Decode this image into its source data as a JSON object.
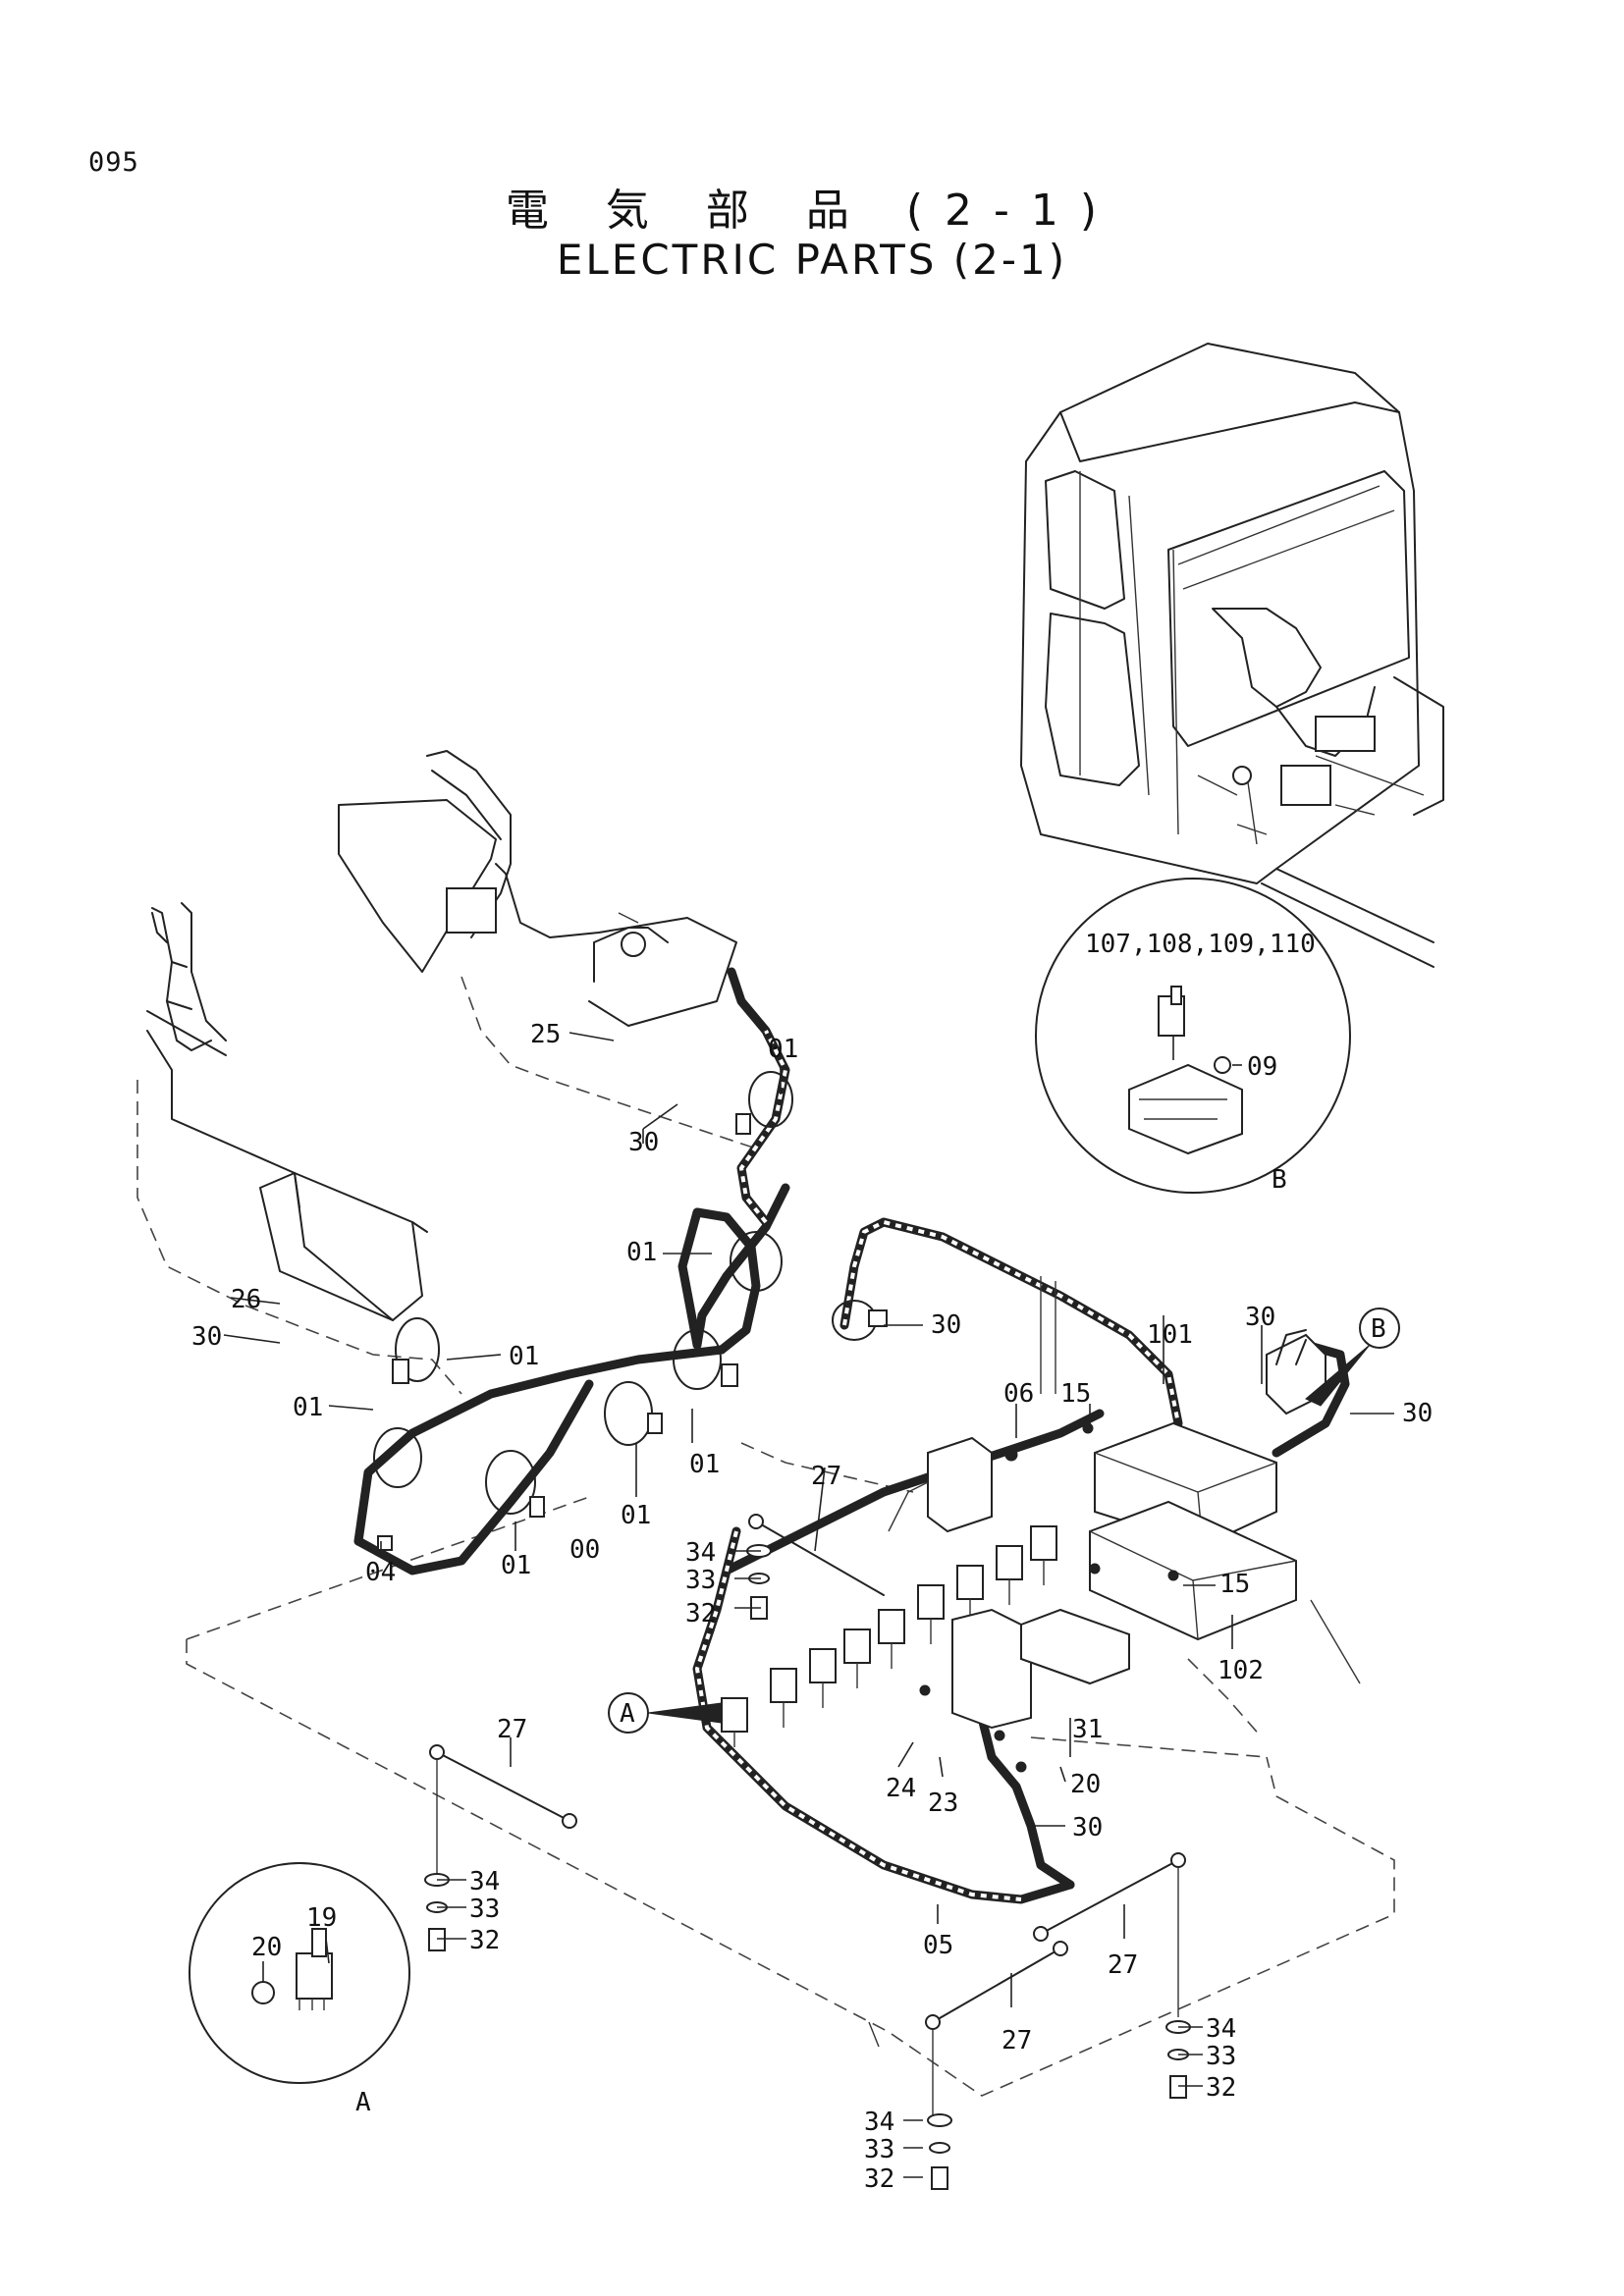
{
  "page": {
    "number": "095",
    "title_jp": "電 気 部 品 (2-1)",
    "title_en": "ELECTRIC PARTS (2-1)"
  },
  "callouts": {
    "c25": "25",
    "c01a": "01",
    "c30a": "30",
    "c01b": "01",
    "c26": "26",
    "c30b": "30",
    "c01c": "01",
    "c01d": "01",
    "c04": "04",
    "c01e": "01",
    "c00": "00",
    "c01f": "01",
    "c01g": "01",
    "c30c": "30",
    "c27a": "27",
    "c34a": "34",
    "c33a": "33",
    "c32a": "32",
    "c06": "06",
    "c15a": "15",
    "c101": "101",
    "c30d": "30",
    "c30e": "30",
    "c15b": "15",
    "c102": "102",
    "c31": "31",
    "c20a": "20",
    "c24": "24",
    "c23": "23",
    "c30f": "30",
    "c05": "05",
    "c27b": "27",
    "c34b": "34",
    "c33b": "33",
    "c32b": "32",
    "c27c": "27",
    "c27d": "27",
    "c34c": "34",
    "c33c": "33",
    "c32c": "32",
    "c34d": "34",
    "c33d": "33",
    "c32d": "32",
    "c19": "19",
    "c20b": "20",
    "c09": "09",
    "c107": "107,108,109,110"
  },
  "detail_labels": {
    "A_marker": "A",
    "B_marker": "B",
    "A_detail": "A",
    "B_detail": "B"
  }
}
